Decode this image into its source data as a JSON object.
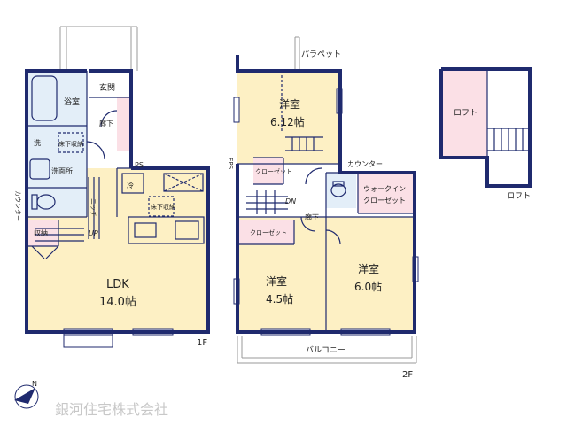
{
  "floor1": {
    "entrance": "玄関",
    "bath": "浴室",
    "hall": "廊下",
    "wash": "洗",
    "underfloor_storage": "床下収納",
    "washroom": "洗面所",
    "ps": "PS",
    "fridge": "冷",
    "counter": "カウンター",
    "niche": "ニッチ",
    "storage": "収納",
    "up": "UP",
    "kitchen_underfloor": "床下収納",
    "ldk_name": "LDK",
    "ldk_size": "14.0帖",
    "floor_label": "1F"
  },
  "floor2": {
    "parapet": "パラペット",
    "room_a_name": "洋室",
    "room_a_size": "6.12帖",
    "eps": "EPS",
    "closet_small": "クローゼット",
    "counter": "カウンター",
    "dn": "DN",
    "hall": "廊下",
    "walk_in_line1": "ウォークイン",
    "walk_in_line2": "クローゼット",
    "closet_long": "クローゼット",
    "room_b_name": "洋室",
    "room_b_size": "4.5帖",
    "room_c_name": "洋室",
    "room_c_size": "6.0帖",
    "balcony": "バルコニー",
    "floor_label": "2F"
  },
  "loft": {
    "loft_room": "ロフト",
    "loft_label": "ロフト"
  },
  "brand": {
    "company": "銀河住宅株式会社",
    "compass": "N"
  },
  "colors": {
    "wall": "#1f2a6e",
    "room": "#fdf0c4",
    "wet": "#e3eef8",
    "closet": "#fbe0e6",
    "loft": "#fbe0e6",
    "brand_text": "#c8c8c8"
  }
}
